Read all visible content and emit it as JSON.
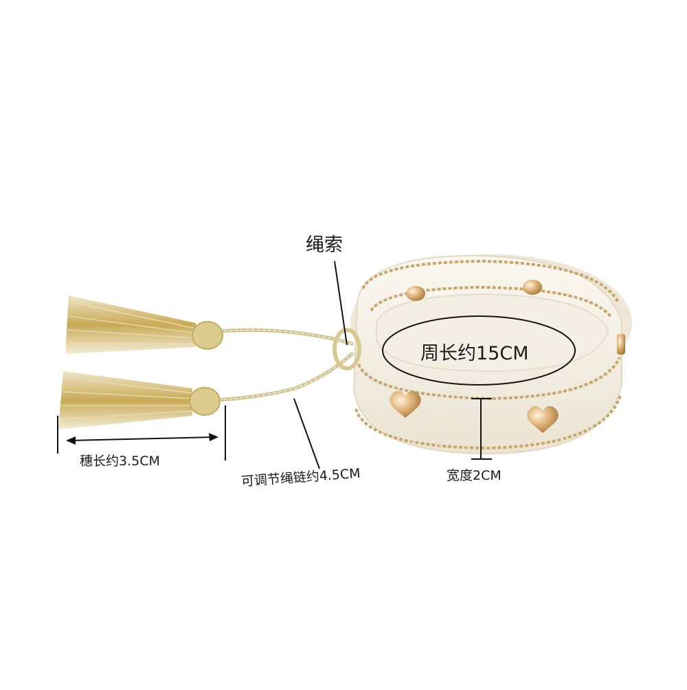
{
  "annotations": {
    "rope": "绳索",
    "circumference": "周长约15CM",
    "tassel_length": "穗长约3.5CM",
    "adjustable_cord": "可调节绳链约4.5CM",
    "width": "宽度2CM"
  },
  "colors": {
    "band_white": "#f7f3ea",
    "stripe_gold": "#c9a66b",
    "tassel_gold": "#c9aa55",
    "stud_gold": "#d9ac6f",
    "line": "#111111"
  }
}
